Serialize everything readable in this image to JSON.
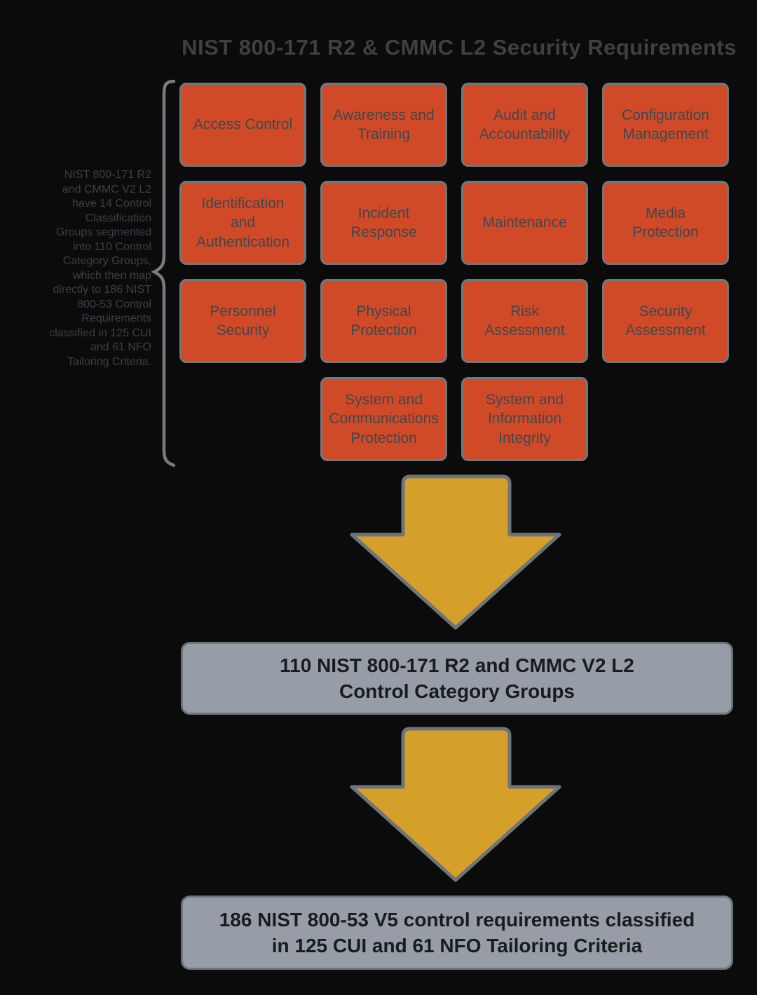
{
  "title": "NIST 800-171 R2 & CMMC L2 Security Requirements",
  "sidebar": {
    "note": "NIST 800-171 R2\nand CMMC V2 L2\nhave 14 Control\nClassification\nGroups segmented\ninto 110 Control\nCategory Groups,\nwhich then map\ndirectly to 186 NIST\n800-53 Control\nRequirements\nclassified in 125 CUI\nand 61 NFO\nTailoring Criteria."
  },
  "grid": {
    "boxes": [
      {
        "label": "Access Control"
      },
      {
        "label": "Awareness and Training"
      },
      {
        "label": "Audit and Accountability"
      },
      {
        "label": "Configuration Management"
      },
      {
        "label": "Identification and Authentication"
      },
      {
        "label": "Incident Response"
      },
      {
        "label": "Maintenance"
      },
      {
        "label": "Media Protection"
      },
      {
        "label": "Personnel Security"
      },
      {
        "label": "Physical Protection"
      },
      {
        "label": "Risk Assessment"
      },
      {
        "label": "Security Assessment"
      },
      {
        "label": "System and Communications Protection"
      },
      {
        "label": "System and Information Integrity"
      }
    ]
  },
  "flow": {
    "box1": {
      "line1": "110 NIST 800-171 R2 and CMMC V2 L2",
      "line2": "Control Category Groups"
    },
    "box2": {
      "line1": "186 NIST 800-53 V5 control requirements classified",
      "line2": "in 125 CUI and 61 NFO Tailoring Criteria"
    }
  },
  "colors": {
    "background": "#0b0b0b",
    "category_fill": "#d04a28",
    "category_border": "#70787e",
    "category_text": "#3e4850",
    "arrow_fill": "#d5a02a",
    "arrow_border": "#6d747a",
    "band_fill": "#969da6",
    "band_border": "#6e757b",
    "band_text": "#1a1b1d",
    "muted_text": "#3a4045"
  }
}
